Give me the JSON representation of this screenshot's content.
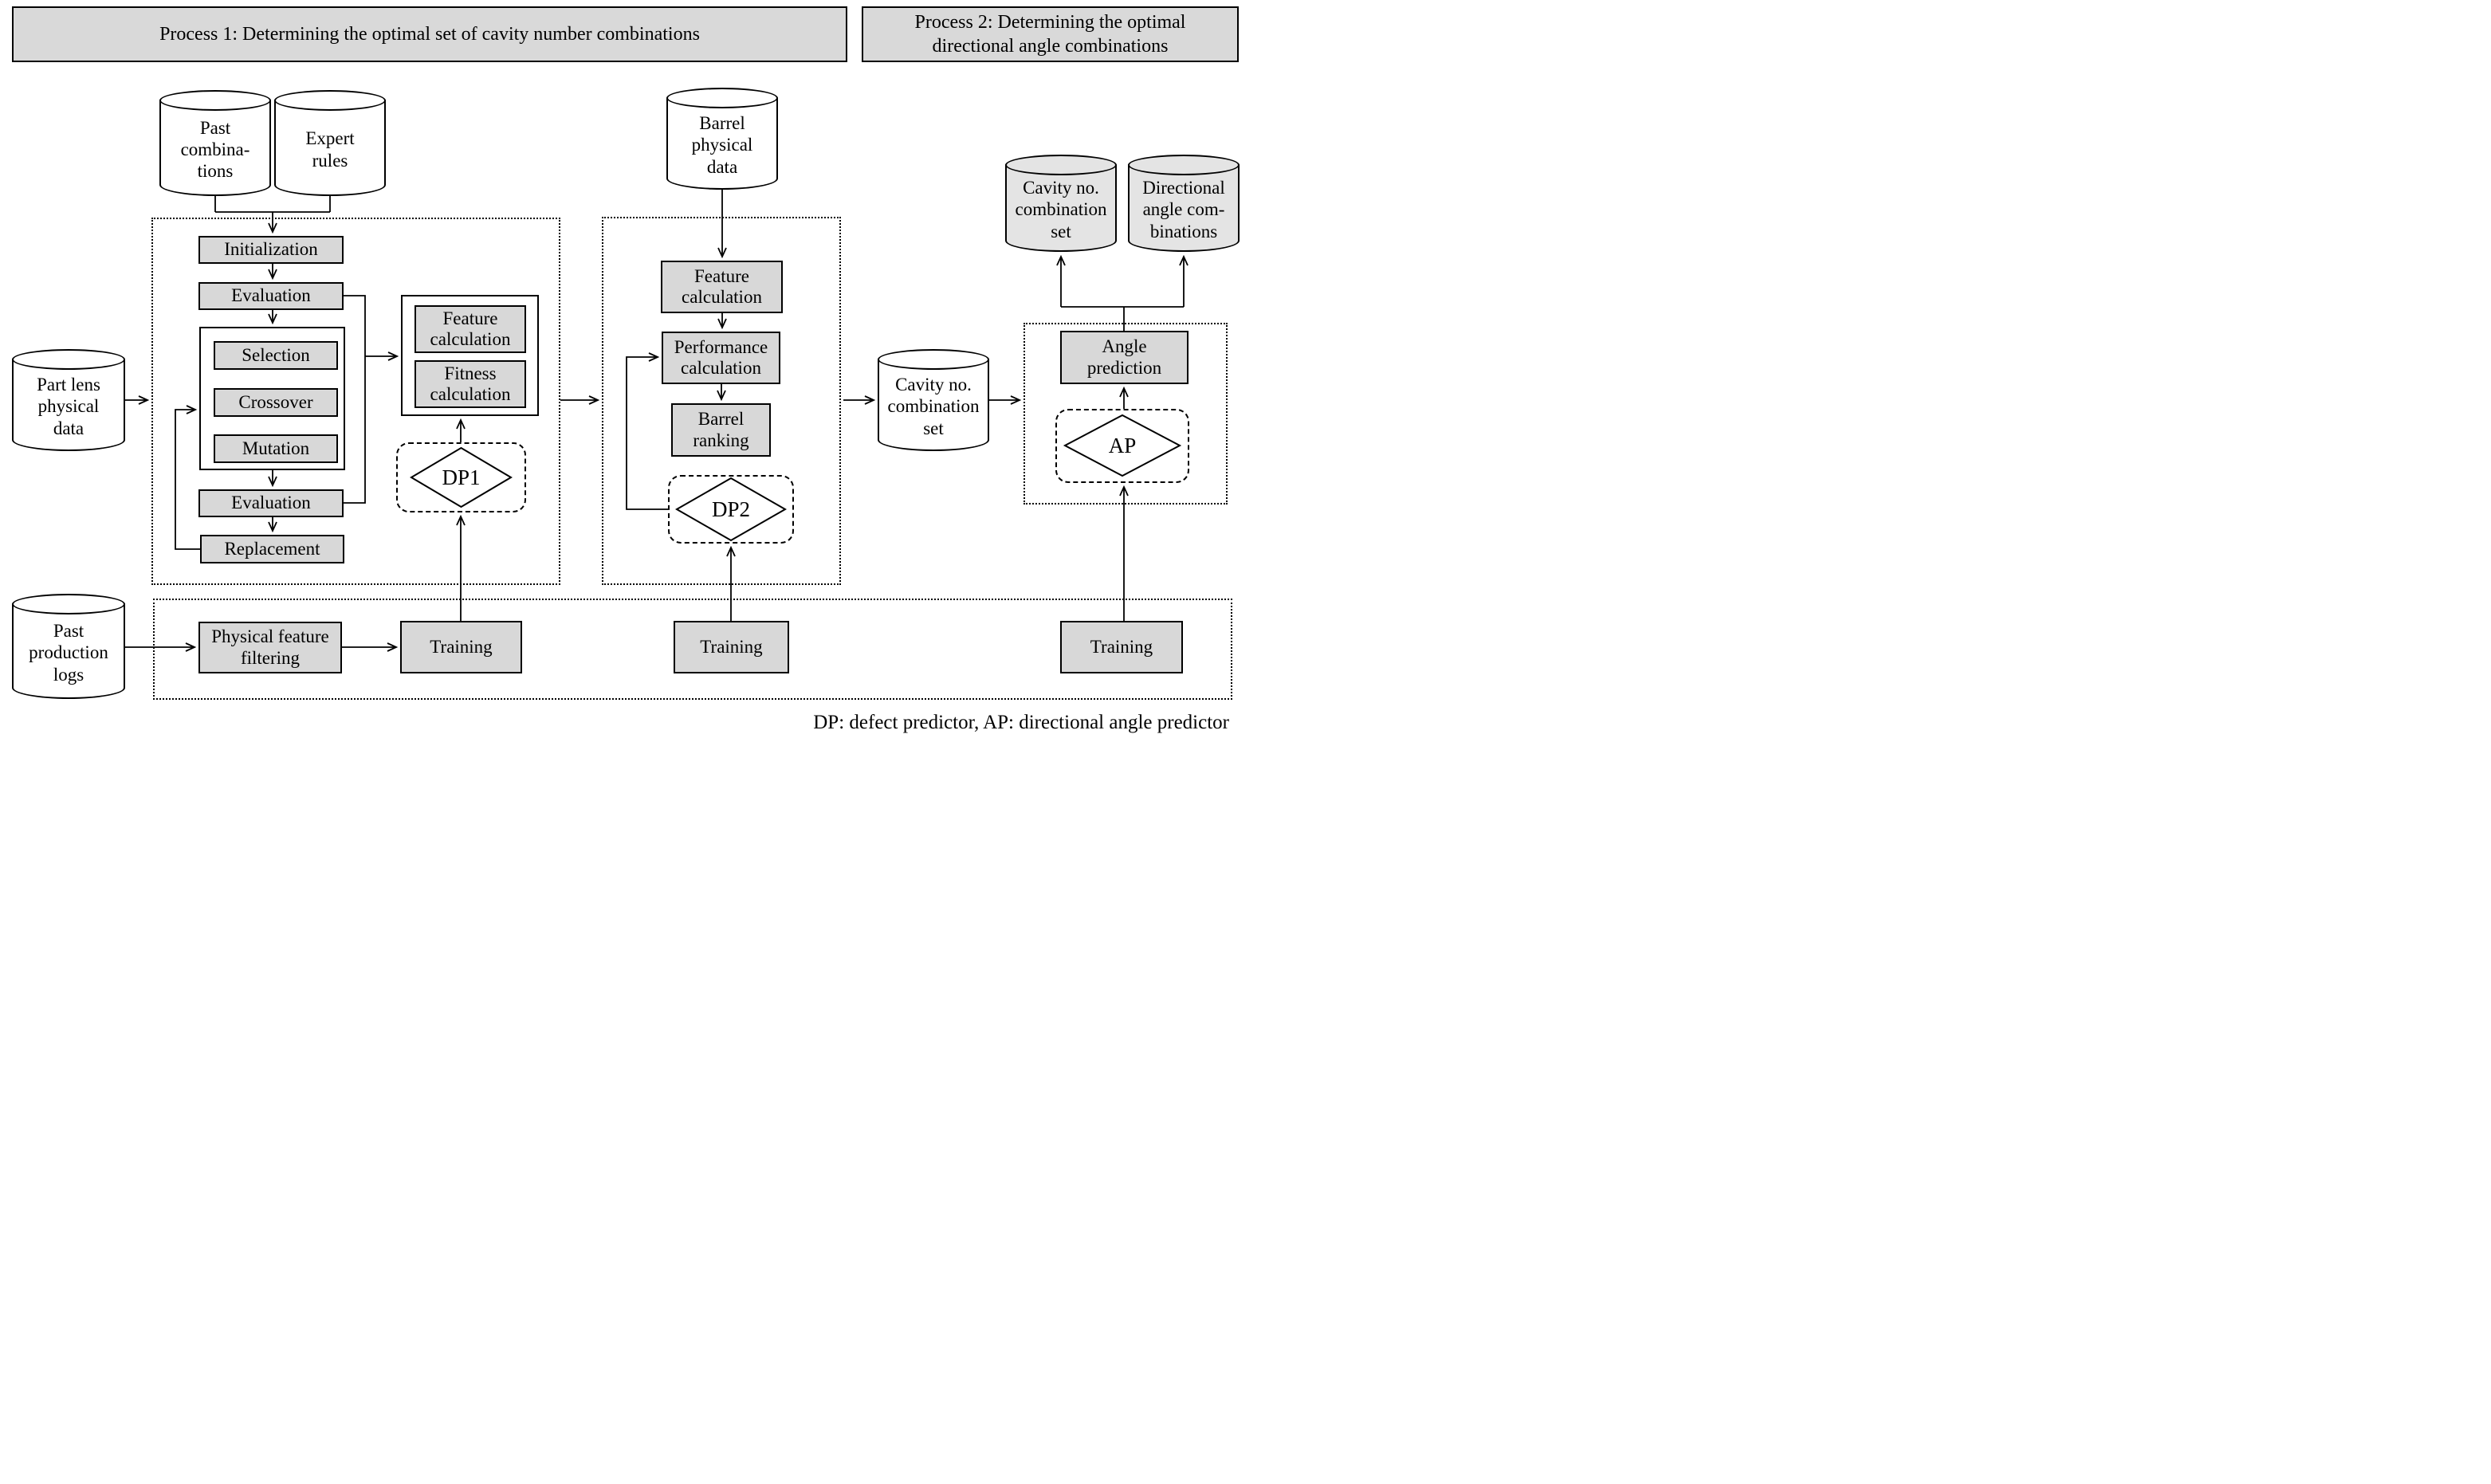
{
  "figure": {
    "note": "DP: defect predictor, AP: directional angle predictor"
  },
  "colors": {
    "node_fill": "#d8d8d8",
    "header_fill": "#d9d9d9",
    "input_cylinder_fill": "#ffffff",
    "output_cylinder_fill": "#e4e4e4",
    "line_color": "#000000"
  },
  "headers": {
    "process1": "Process 1: Determining the optimal set of cavity number combinations",
    "process2": "Process 2: Determining the optimal\ndirectional angle combinations"
  },
  "cylinders": {
    "past_combinations": "Past\ncombina-\ntions",
    "expert_rules": "Expert\nrules",
    "barrel_physical_data": "Barrel\nphysical\ndata",
    "part_lens_physical_data": "Part lens\nphysical\ndata",
    "past_production_logs": "Past\nproduction\nlogs",
    "cavity_no_combination_set_mid": "Cavity no.\ncombination\nset",
    "cavity_no_combination_set_out": "Cavity no.\ncombination\nset",
    "directional_angle_combinations": "Directional\nangle com-\nbinations"
  },
  "ga": {
    "initialization": "Initialization",
    "evaluation_top": "Evaluation",
    "selection": "Selection",
    "crossover": "Crossover",
    "mutation": "Mutation",
    "evaluation_bottom": "Evaluation",
    "replacement": "Replacement"
  },
  "defect_predictor_1": {
    "feature_calculation": "Feature calculation",
    "fitness_calculation": "Fitness calculation",
    "dp1": "DP1",
    "physical_feature_filtering": "Physical feature filtering",
    "training": "Training"
  },
  "barrel_evaluation": {
    "feature_calculation": "Feature calculation",
    "performance_calculation": "Performance calculation",
    "barrel_ranking": "Barrel ranking",
    "dp2": "DP2",
    "training": "Training"
  },
  "process2": {
    "angle_prediction": "Angle prediction",
    "ap": "AP",
    "training": "Training"
  }
}
